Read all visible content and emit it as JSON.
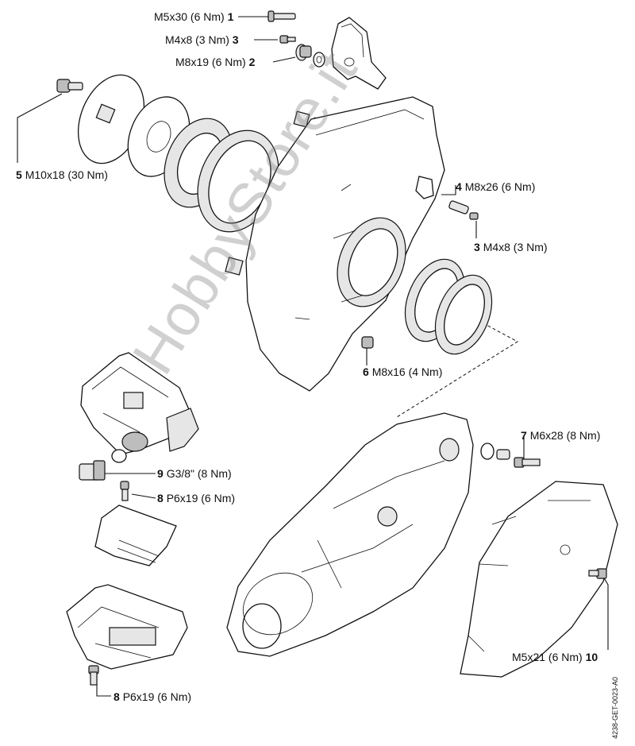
{
  "callouts": [
    {
      "id": "c1",
      "number": "1",
      "spec": "M5x30 (6 Nm)"
    },
    {
      "id": "c3a",
      "number": "3",
      "spec": "M4x8 (3 Nm)"
    },
    {
      "id": "c2",
      "number": "2",
      "spec": "M8x19 (6 Nm)"
    },
    {
      "id": "c5",
      "number": "5",
      "spec": "M10x18 (30 Nm)"
    },
    {
      "id": "c4",
      "number": "4",
      "spec": "M8x26 (6 Nm)"
    },
    {
      "id": "c3b",
      "number": "3",
      "spec": "M4x8 (3 Nm)"
    },
    {
      "id": "c6",
      "number": "6",
      "spec": "M8x16 (4 Nm)"
    },
    {
      "id": "c7",
      "number": "7",
      "spec": "M6x28 (8 Nm)"
    },
    {
      "id": "c9",
      "number": "9",
      "spec": "G3/8\" (8 Nm)"
    },
    {
      "id": "c8a",
      "number": "8",
      "spec": "P6x19 (6 Nm)"
    },
    {
      "id": "c10",
      "number": "10",
      "spec": "M5x21 (6 Nm)"
    },
    {
      "id": "c8b",
      "number": "8",
      "spec": "P6x19 (6 Nm)"
    }
  ],
  "watermark": "HobbyStore.it",
  "document_id": "4238-GET-0023-A0"
}
